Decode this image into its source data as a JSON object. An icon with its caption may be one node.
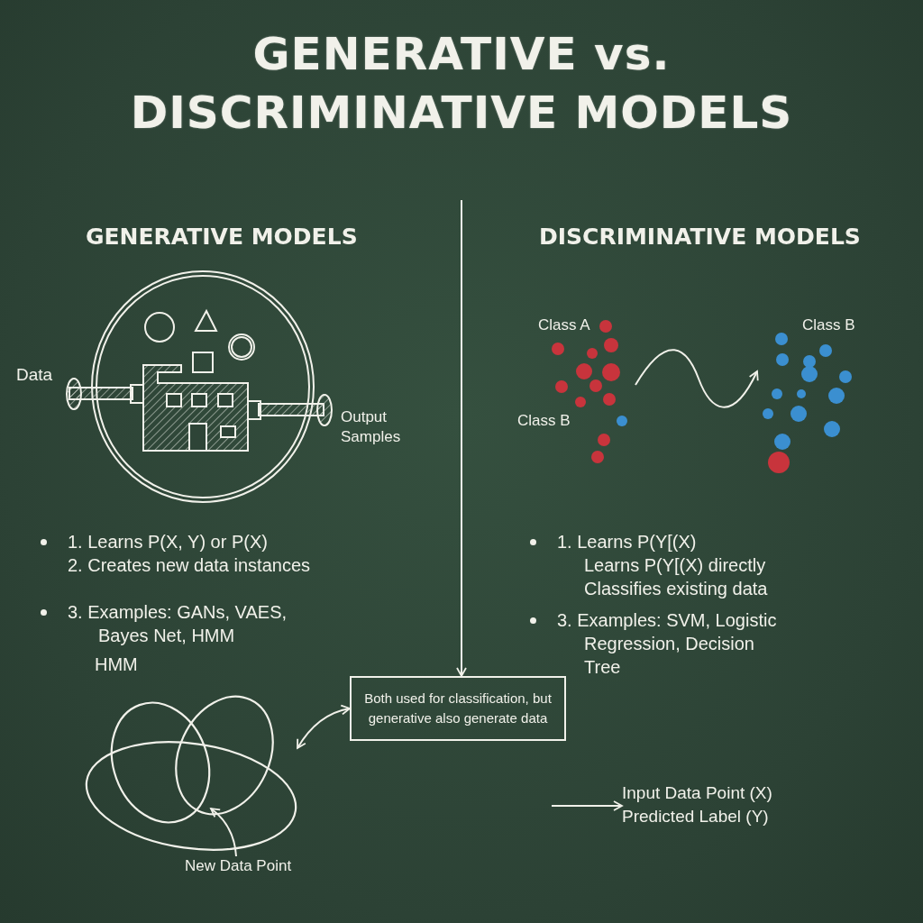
{
  "diagram": {
    "title": "GENERATIVE vs. DISCRIMINATIVE MODELS",
    "nodes": [
      {
        "text": [],
        "shape": "picture"
      },
      {
        "text": [
          "Class A",
          "Class B"
        ]
      },
      {
        "text": [
          "Class B"
        ]
      },
      {
        "text": [
          "Both used for classification, but generative also generate data"
        ]
      },
      {
        "text": [],
        "shape": "picture"
      },
      {
        "text": [
          "New Data Point"
        ]
      },
      {
        "text": [
          "Input Data Point (X)",
          "Predicted Label (Y)"
        ]
      }
    ],
    "edges": [
      {
        "from": 1,
        "to": 2,
        "arrow": "to"
      },
      {
        "from": null,
        "to": 3,
        "arrow": "to"
      },
      {
        "from": 4,
        "to": 3,
        "arrow": "both"
      },
      {
        "from": 5,
        "to": 4,
        "arrow": "to"
      },
      {
        "from": null,
        "to": 6,
        "arrow": "to"
      }
    ],
    "labels": [
      "GENERATIVE MODELS",
      "DISCRIMINATIVE MODELS",
      "Data",
      "Output Samples",
      "1. Learns P(X, Y) or P(X)",
      "2. Creates new data instances",
      "3. Examples: GANs, VAES, Bayes Net, HMM",
      "HMM",
      "1. Learns P(Y[(X)",
      "Learns P(Y[(X) directly",
      "Classifies existing data",
      "3. Examples: SVM, Logistic Regression, Decision Tree"
    ]
  }
}
